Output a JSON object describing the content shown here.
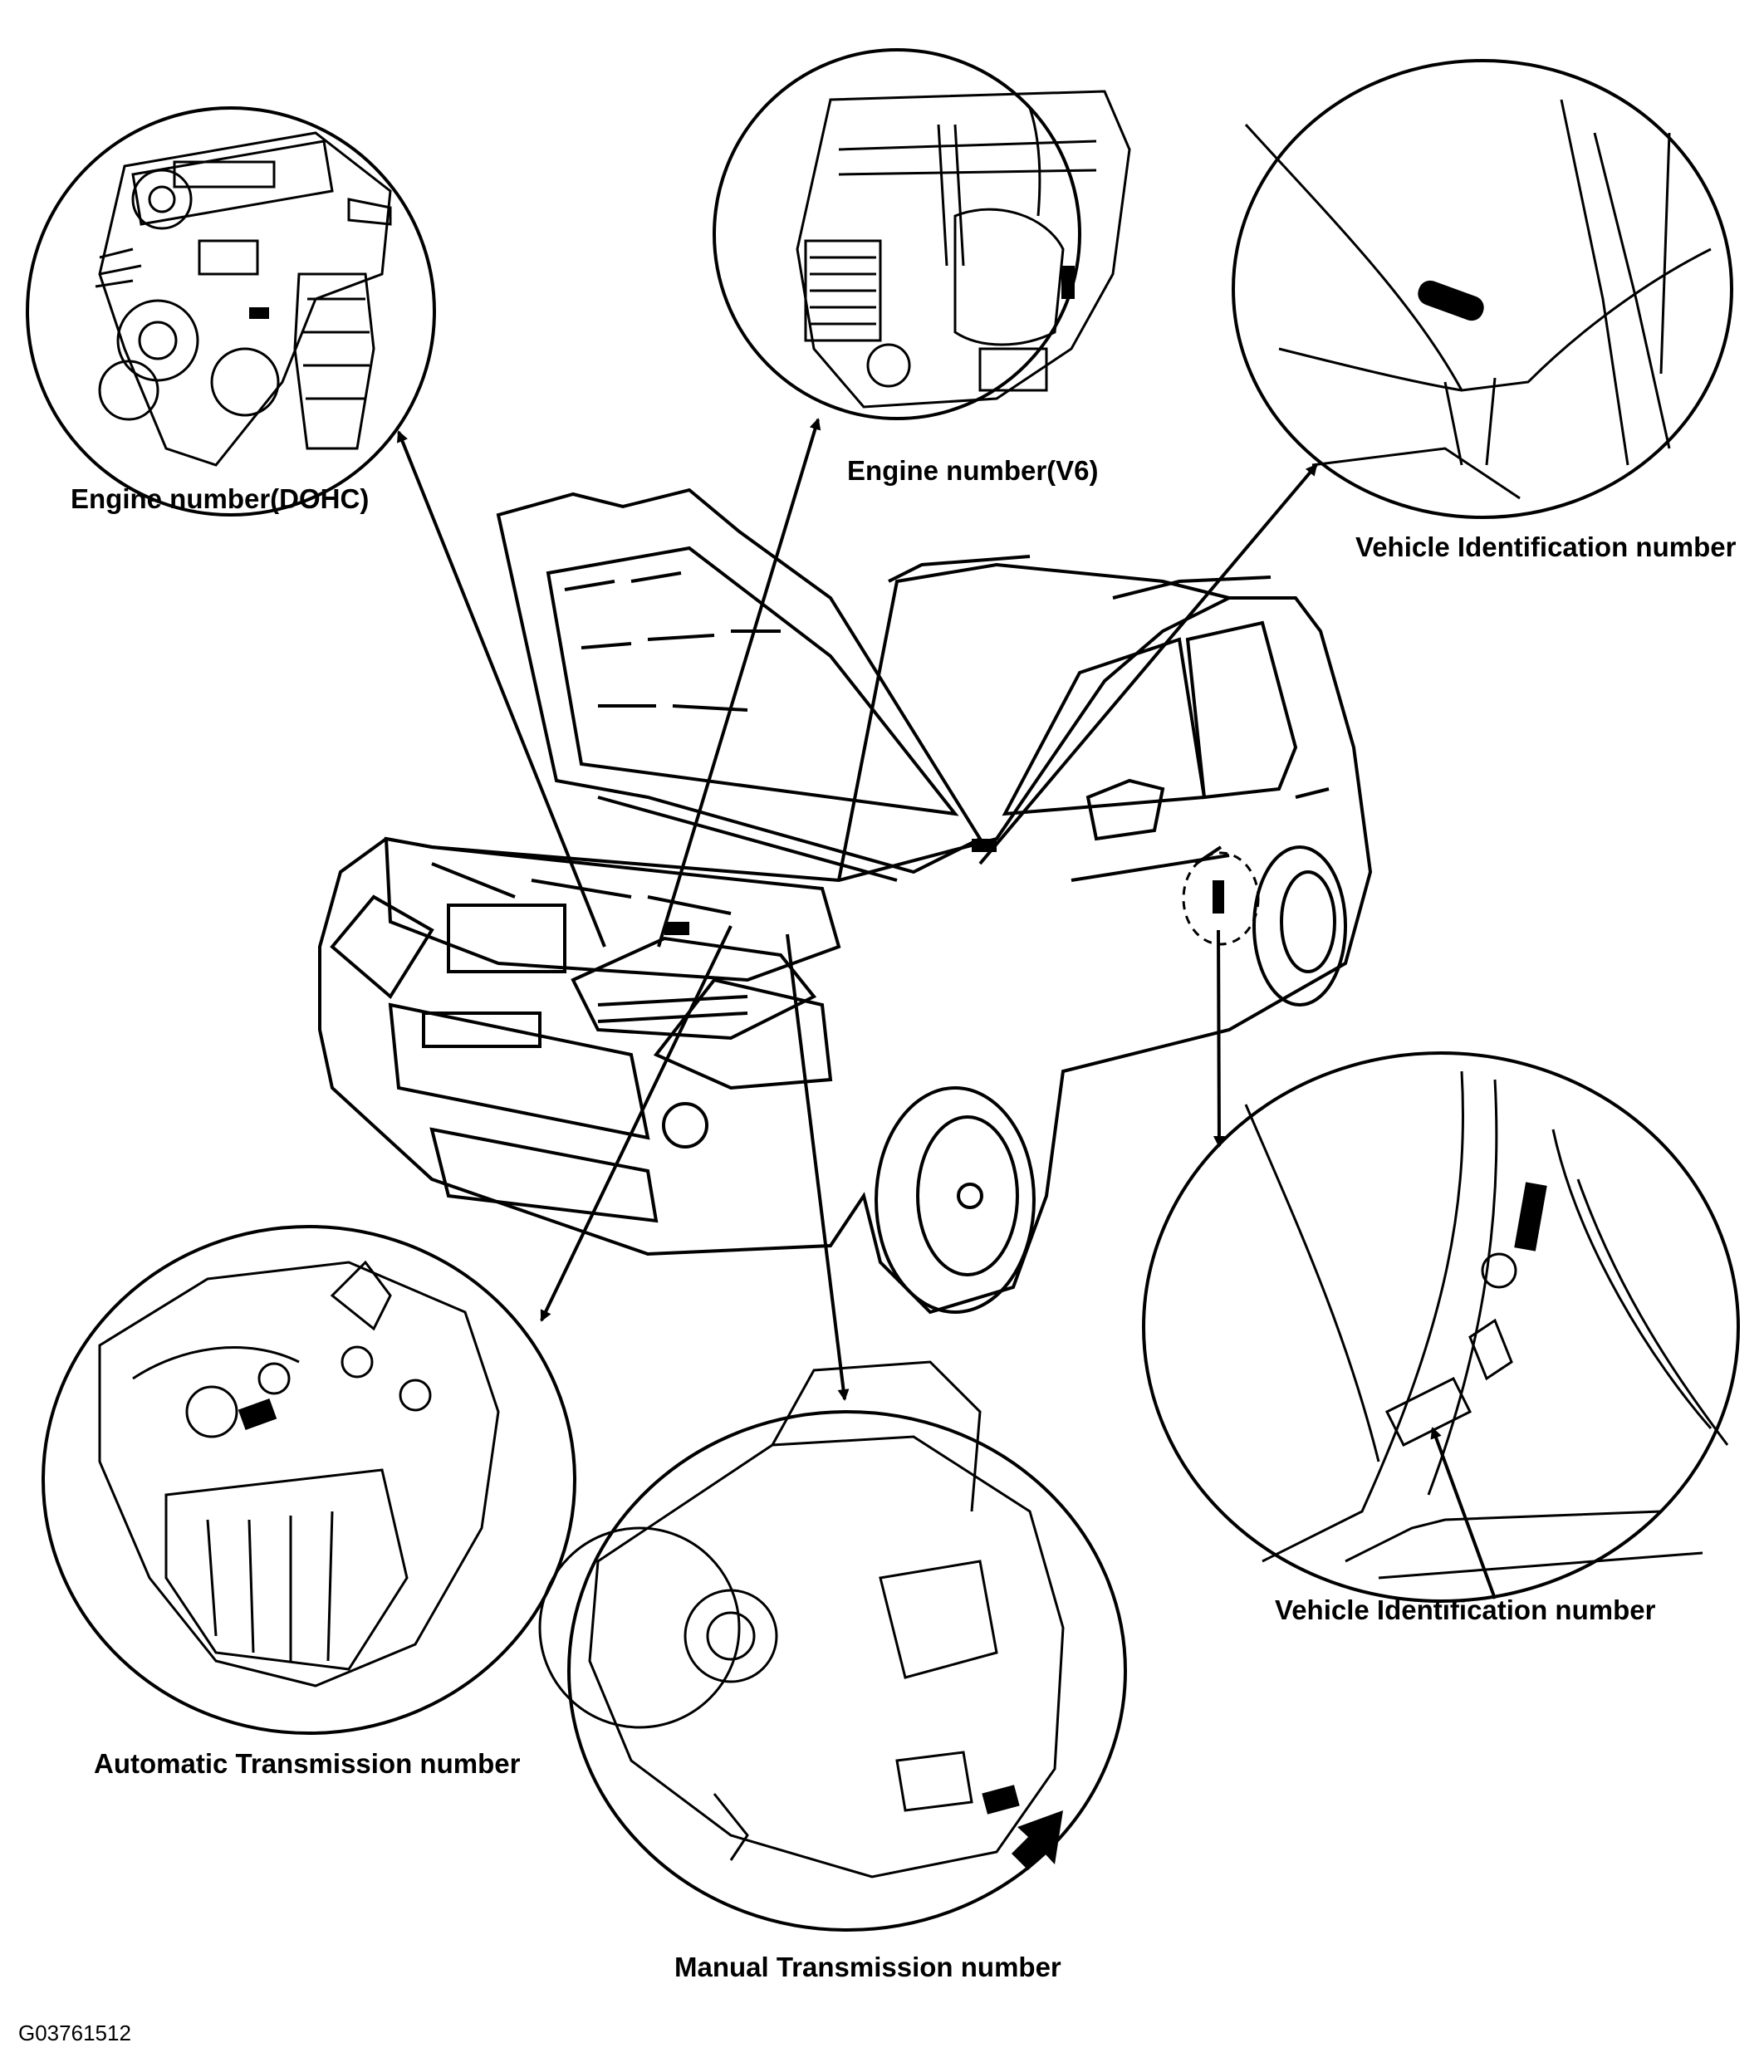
{
  "labels": {
    "engine_dohc": "Engine number(DOHC)",
    "engine_v6": "Engine number(V6)",
    "vin_top": "Vehicle Identification number",
    "vin_bottom": "Vehicle Identification number",
    "auto_trans": "Automatic Transmission number",
    "manual_trans": "Manual Transmission number"
  },
  "figure_id": "G03761512",
  "colors": {
    "ink": "#000000",
    "paper": "#ffffff"
  }
}
